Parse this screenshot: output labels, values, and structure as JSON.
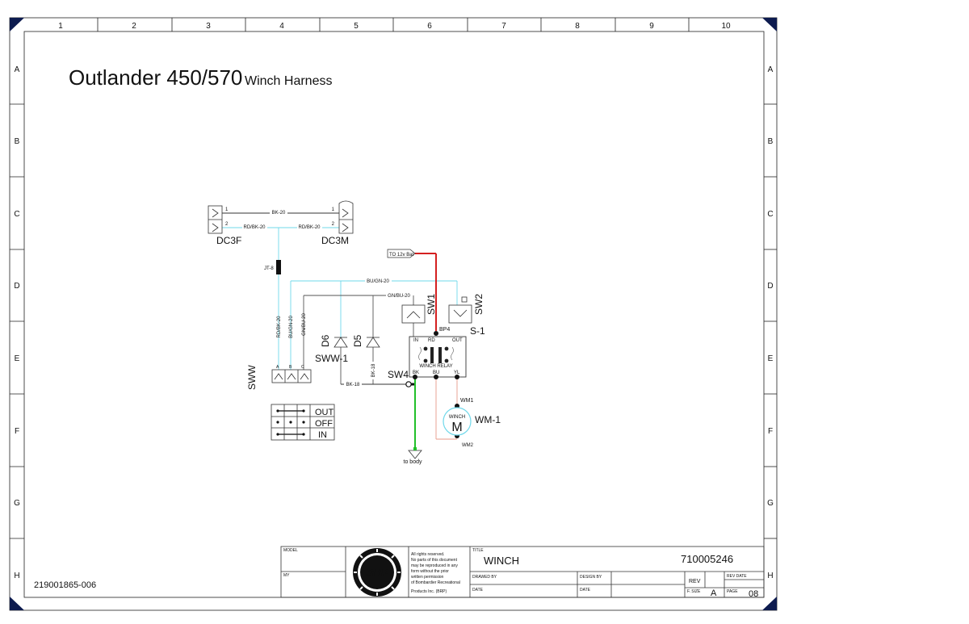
{
  "title": {
    "main": "Outlander 450/570",
    "sub": "Winch Harness"
  },
  "border": {
    "columns": [
      "1",
      "2",
      "3",
      "4",
      "5",
      "6",
      "7",
      "8",
      "9",
      "10"
    ],
    "rows": [
      "A",
      "B",
      "C",
      "D",
      "E",
      "F",
      "G",
      "H"
    ]
  },
  "doc_number": "219001865-006",
  "components": {
    "dc3f": "DC3F",
    "dc3m": "DC3M",
    "dc_pins": [
      "1",
      "2",
      "1",
      "2"
    ],
    "jt": "JT-8",
    "bat": "TO 12v Bat",
    "sw1": "SW1",
    "sw2": "SW2",
    "sw4": "SW4",
    "bp4": "BP4",
    "s1": "S-1",
    "d6": "D6",
    "d5": "D5",
    "sww1": "SWW-1",
    "sww": "SWW",
    "sww_pins": [
      "A",
      "B",
      "C"
    ],
    "wm1": "WM1",
    "wm2": "WM2",
    "wm1_label": "WM-1",
    "motor_small": "WINCH",
    "motor_big": "M",
    "to_body": "to body",
    "relay": {
      "in": "IN",
      "rd": "RD",
      "out": "OUT",
      "bk": "BK",
      "bu": "BU",
      "yl": "YL",
      "name": "WINCH RELAY"
    },
    "switch_states": [
      "OUT",
      "OFF",
      "IN"
    ]
  },
  "wires": {
    "bk20": "BK-20",
    "rdbk20_a": "RD/BK-20",
    "rdbk20_b": "RD/BK-20",
    "rdbk20_v": "RD/BK-20",
    "bugn20_h": "BU/GN-20",
    "bugn20_v": "BU/GN-20",
    "gnbu20_h": "GN/BU-20",
    "gnbu20_v": "GN/BU-20",
    "bk18_h": "BK-18",
    "bk18_v": "BK-18"
  },
  "title_block": {
    "model_label": "MODEL",
    "my_label": "MY",
    "legal": [
      "All rights reserved.",
      "No parts of this document",
      "may be reproduced in any",
      "form without the prior",
      "written permission",
      "of Bombardier Recreational",
      "Products Inc. (BRP)"
    ],
    "title_label": "TITLE",
    "title_value": "WINCH",
    "part_number": "710005246",
    "drawn_by": "DRAWED BY",
    "design_by": "DESIGN BY",
    "date": "DATE",
    "date2": "DATE",
    "rev": "REV",
    "rev_date": "REV DATE",
    "size_label": "F. SIZE",
    "size_value": "A",
    "page_label": "PAGE",
    "page_value": "08",
    "brp": "BRP"
  },
  "colors": {
    "wire_red": "#d42020",
    "wire_cyan": "#6fd8ea",
    "wire_green": "#22c02a",
    "wire_pink": "#e89a8a",
    "border_navy": "#0d1b4f"
  }
}
